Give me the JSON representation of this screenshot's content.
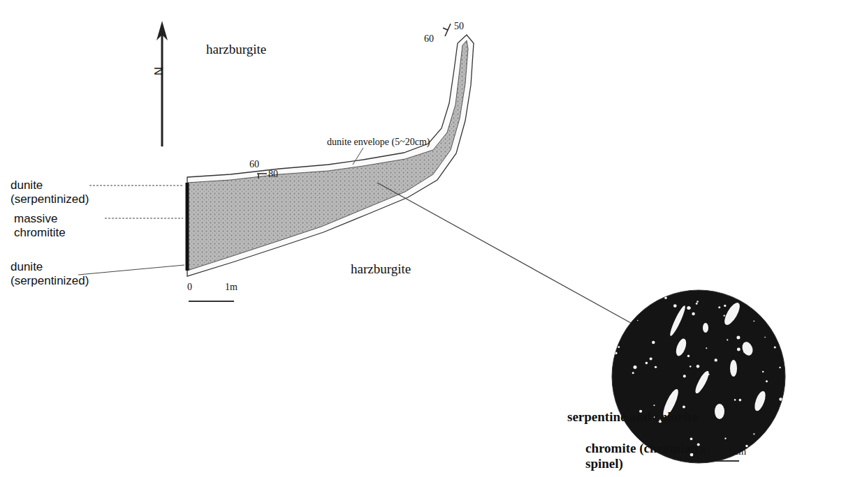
{
  "diagram": {
    "labels": [
      "N",
      "harzburgite",
      "dunite envelope (5~20cm)",
      "60",
      "80",
      "60",
      "50",
      "dunite (serpentinized)",
      "massive chromitite",
      "dunite (serpentinized)",
      "0",
      "1m",
      "harzburgite",
      "serpentine and chlorite",
      "chromite (chromian spinel)",
      "0",
      "5cm"
    ]
  }
}
